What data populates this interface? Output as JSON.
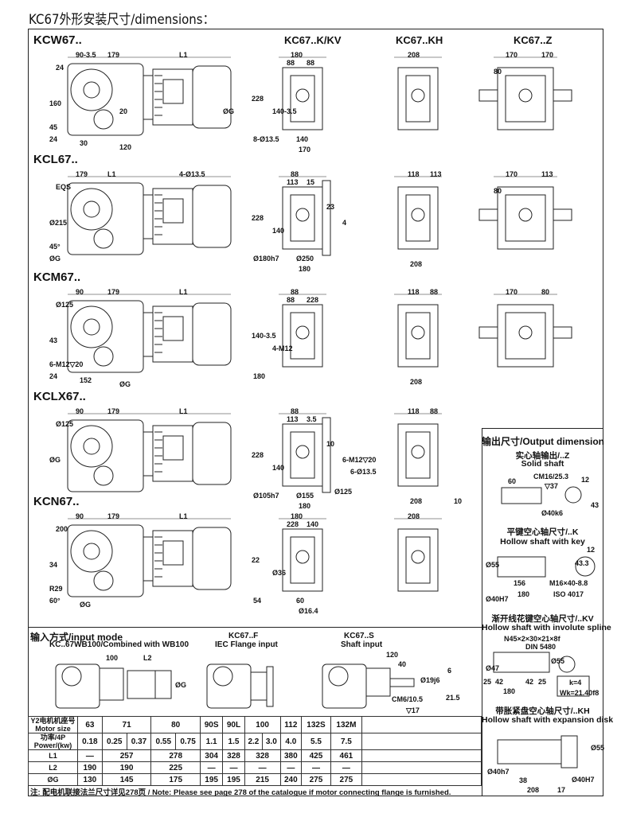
{
  "title": "KC67外形安装尺寸/dimensions：",
  "columns": [
    "KC67..K/KV",
    "KC67..KH",
    "KC67..Z"
  ],
  "rows": [
    {
      "name": "KCW67..",
      "dims": [
        "90-3.5",
        "179",
        "L1",
        "24",
        "160",
        "45",
        "24",
        "30",
        "120",
        "20",
        "ØG"
      ],
      "front": {
        "kkv": [
          "180",
          "88",
          "88",
          "228",
          "140-3.5",
          "8-Ø13.5",
          "140",
          "170"
        ],
        "kh": [
          "208"
        ],
        "z": [
          "170",
          "170",
          "80"
        ]
      }
    },
    {
      "name": "KCL67..",
      "dims": [
        "179",
        "L1",
        "4-Ø13.5",
        "EQS",
        "Ø215",
        "45°",
        "ØG"
      ],
      "front": {
        "kkv": [
          "88",
          "113",
          "15",
          "228",
          "140",
          "Ø180h7",
          "Ø250",
          "180",
          "23",
          "4"
        ],
        "kh": [
          "118",
          "113",
          "208"
        ],
        "z": [
          "170",
          "113",
          "80"
        ]
      }
    },
    {
      "name": "KCM67..",
      "dims": [
        "90",
        "179",
        "L1",
        "Ø125",
        "43",
        "6-M12▽20",
        "24",
        "152",
        "ØG"
      ],
      "front": {
        "kkv": [
          "88",
          "88",
          "228",
          "140-3.5",
          "4-M12",
          "180"
        ],
        "kh": [
          "118",
          "88",
          "208"
        ],
        "z": [
          "170",
          "80"
        ]
      }
    },
    {
      "name": "KCLX67..",
      "dims": [
        "90",
        "179",
        "L1",
        "Ø125",
        "ØG"
      ],
      "front": {
        "kkv": [
          "88",
          "113",
          "3.5",
          "228",
          "140",
          "Ø105h7",
          "Ø155",
          "180",
          "10",
          "6-M12▽20",
          "6-Ø13.5",
          "Ø125"
        ],
        "kh": [
          "118",
          "88",
          "208",
          "10"
        ]
      }
    },
    {
      "name": "KCN67..",
      "dims": [
        "90",
        "179",
        "L1",
        "200",
        "34",
        "R29",
        "60°",
        "ØG"
      ],
      "front": {
        "kkv": [
          "180",
          "228",
          "140",
          "22",
          "Ø36",
          "54",
          "60",
          "Ø16.4"
        ],
        "kh": [
          "208"
        ]
      }
    }
  ],
  "input": {
    "heading": "输入方式/input mode",
    "wb": {
      "title": "KC..67WB100/Combined with WB100",
      "dims": [
        "100",
        "L2",
        "ØG"
      ]
    },
    "f": {
      "code": "KC67..F",
      "title": "IEC Flange input"
    },
    "s": {
      "code": "KC67..S",
      "title": "Shaft input",
      "dims": [
        "120",
        "40",
        "Ø19j6",
        "6",
        "CM6/10.5",
        "▽17",
        "21.5"
      ]
    }
  },
  "table": {
    "headers": {
      "size": "Y2电机机座号\nMotor size",
      "power": "功率/4P\nPower/(kw)",
      "l1": "L1",
      "l2": "L2",
      "g": "ØG"
    },
    "size": [
      "63",
      "71",
      "80",
      "90S",
      "90L",
      "100",
      "112",
      "132S",
      "132M"
    ],
    "power": [
      "0.18",
      "0.25",
      "0.37",
      "0.55",
      "0.75",
      "1.1",
      "1.5",
      "2.2",
      "3.0",
      "4.0",
      "5.5",
      "7.5"
    ],
    "l1": [
      "—",
      "257",
      "278",
      "304",
      "328",
      "328",
      "380",
      "425",
      "461"
    ],
    "l2": [
      "190",
      "190",
      "225",
      "—",
      "—",
      "—",
      "—",
      "—",
      "—"
    ],
    "g": [
      "130",
      "145",
      "175",
      "195",
      "195",
      "215",
      "240",
      "275",
      "275"
    ]
  },
  "note": "注: 配电机联接法兰尺寸详见278页 / Note: Please see page 278 of the catalogue  if motor connecting flange is furnished.",
  "output": {
    "heading": "输出尺寸/Output dimension",
    "z": {
      "cn": "实心轴输出/..Z",
      "en": "Solid shaft",
      "dims": [
        "60",
        "CM16/25.3",
        "▽37",
        "Ø40k6",
        "12",
        "43"
      ]
    },
    "k": {
      "cn": "平键空心轴尺寸/..K",
      "en": "Hollow shaft with key",
      "dims": [
        "Ø55",
        "Ø40H7",
        "156",
        "180",
        "M16×40-8.8",
        "ISO 4017",
        "12",
        "43.3"
      ]
    },
    "kv": {
      "cn": "渐开线花键空心轴尺寸/..KV",
      "en": "Hollow shaft with involute spline",
      "dims": [
        "N45×2×30×21×8f",
        "DIN 5480",
        "Ø47",
        "Ø55",
        "25",
        "42",
        "42",
        "25",
        "180",
        "k=4",
        "Wk=21.40f8"
      ]
    },
    "kh": {
      "cn": "带胀紧盘空心轴尺寸/..KH",
      "en": "Hollow shaft with expansion disk",
      "dims": [
        "Ø55",
        "Ø40h7",
        "Ø40H7",
        "38",
        "208",
        "17"
      ]
    }
  }
}
